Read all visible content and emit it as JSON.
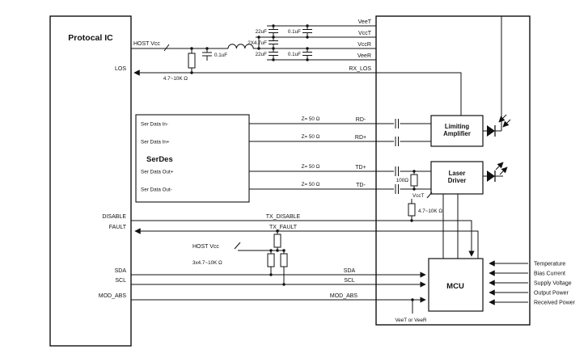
{
  "blocks": {
    "protocol_ic": "Protocal IC",
    "serdes": "SerDes",
    "limiting_amplifier_line1": "Limiting",
    "limiting_amplifier_line2": "Amplifier",
    "laser_driver_line1": "Laser",
    "laser_driver_line2": "Driver",
    "mcu": "MCU"
  },
  "ic_pins": {
    "host_vcc": "HOST Vcc",
    "los": "LOS",
    "disable": "DISABLE",
    "fault": "FAULT",
    "sda": "SDA",
    "scl": "SCL",
    "mod_abs": "MOD_ABS"
  },
  "serdes_pins": {
    "in_minus": "Ser Data In-",
    "in_plus": "Ser Data In+",
    "out_plus": "Ser Data Out+",
    "out_minus": "Ser Data Out-"
  },
  "rails": {
    "vee_t": "VeeT",
    "vcc_t": "VccT",
    "vcc_r": "VccR",
    "vee_r": "VeeR",
    "rx_los": "RX_LOS"
  },
  "components": {
    "cap_22uf_top": "22uF",
    "cap_2x4_7uf": "2X4.7uF",
    "cap_22uf_bottom": "22uF",
    "cap_0_1uf_top": "0.1uF",
    "cap_0_1uf_mid": "0.1uF",
    "cap_0_1uf_bottom": "0.1uF",
    "res_pullup_los": "4.7~10K Ω",
    "res_term": "100Ω",
    "vcct_flag": "VccT",
    "res_pullup_vcct": "4.7~10K Ω",
    "host_vcc_lower": "HOST Vcc",
    "res_pullup_triple": "3x4.7~10K Ω",
    "vee_note": "VeeT or VeeR"
  },
  "nets": {
    "z50_rd_minus": "Z= 50 Ω",
    "z50_rd_plus": "Z= 50 Ω",
    "z50_td_plus": "Z= 50 Ω",
    "z50_td_minus": "Z= 50 Ω",
    "rd_minus": "RD-",
    "rd_plus": "RD+",
    "td_plus": "TD+",
    "td_minus": "TD-",
    "tx_disable": "TX_DISABLE",
    "tx_fault": "TX_FAULT",
    "sda": "SDA",
    "scl": "SCL",
    "mod_abs": "MOD_ABS"
  },
  "mcu_monitors": [
    "Temperature",
    "Bias Current",
    "Supply Voltage",
    "Output Power",
    "Received Power"
  ]
}
